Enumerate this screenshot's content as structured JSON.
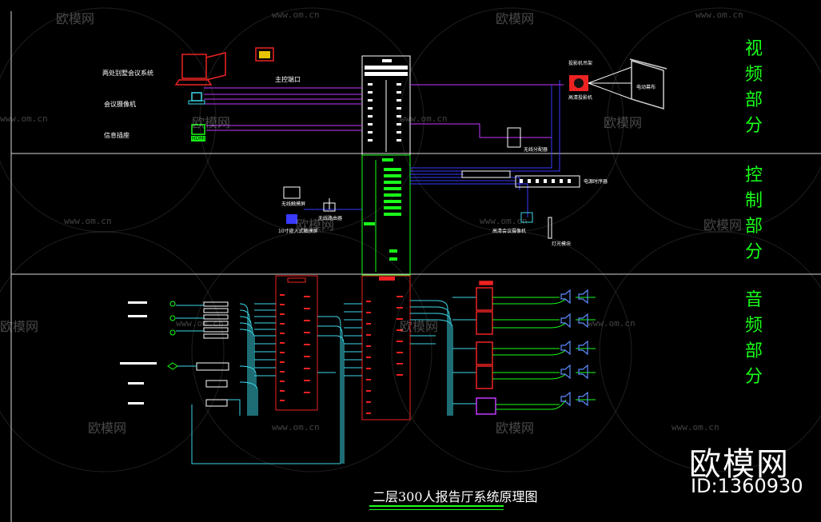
{
  "sections": {
    "video": "视频部分",
    "control": "控制部分",
    "audio": "音频部分"
  },
  "video_labels": {
    "conference_system": "两处别墅会议系统",
    "doc_camera": "会议摄像机",
    "signal_box": "信息插座",
    "hdmi": "HDMI",
    "main_port": "主控端口",
    "projector_top": "投影机吊架",
    "projector": "高清投影机",
    "screen": "电动幕布",
    "spliter": "无线分配器"
  },
  "control_labels": {
    "wireless_panel": "无线触摸屏",
    "wireless_ap": "无线路由器",
    "touch_ipad": "10寸嵌入式触摸屏",
    "power_seq": "电源时序器",
    "camera_ctrl": "高清会议摄像机",
    "light_ctrl": "灯光模块"
  },
  "title": "二层300人报告厅系统原理图",
  "brand": "欧模网",
  "brand_id": "ID:1360930",
  "watermark": {
    "logo_text": "欧模网",
    "url": "www.om.cn"
  }
}
